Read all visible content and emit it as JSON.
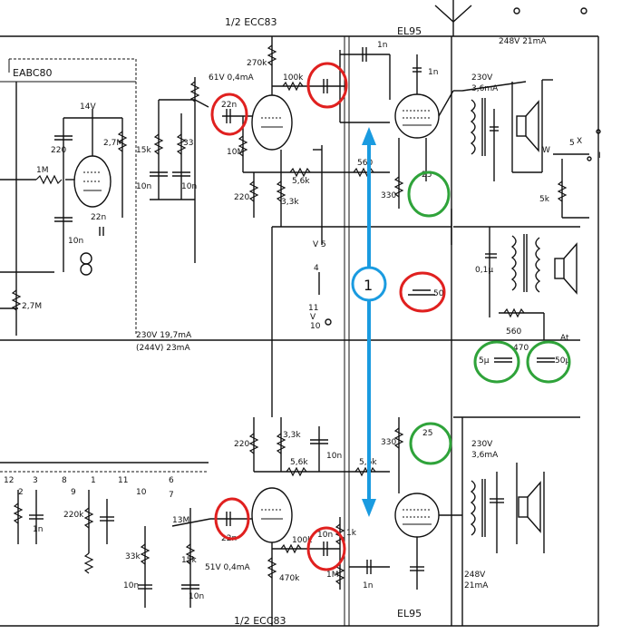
{
  "title_top": "1/2 ECC83",
  "title_bottom": "1/2 ECC83",
  "tube_top_power": "EL95",
  "tube_bottom_power": "EL95",
  "tube_left": "EABC80",
  "callout_number": "1",
  "colors": {
    "red": "#e0201f",
    "green": "#2fa33a",
    "blue": "#1a9be0",
    "ink": "#111111"
  },
  "supply_line": {
    "left": "230V  19,7mA",
    "left2": "(244V) 23mA"
  },
  "labels": {
    "v14": "14V",
    "c220": "220",
    "r1m": "1M",
    "r27m": "2,7M",
    "c22n_left": "22n",
    "c10n_left": "10n",
    "r27m_b": "2,7M",
    "r15k": "15k",
    "r33": "33",
    "c10n_a": "10n",
    "c10n_b": "10n",
    "top_61v": "61V 0,4mA",
    "r270k": "270k",
    "r100k_top": "100k",
    "c1n_top": "1n",
    "c22n_top": "22n",
    "r10m_top": "10M",
    "r220_top": "220",
    "r56k_top": "5,6k",
    "r33k_top": "3,3k",
    "r560_top": "560",
    "r330_top": "330",
    "c25": "25",
    "c1n_el": "1n",
    "top_248v": "248V  21mA",
    "top_230v": "230V",
    "top_36ma": "3,6mA",
    "r5k": "5k",
    "c01u": "0,1µ",
    "r560_mid": "560",
    "r470": "470",
    "c5u": "5µ",
    "c50u_a": "50µ",
    "c50_mid": "50",
    "out_at": "At",
    "sw_v5": "V 5",
    "sw_4": "4",
    "sw_11": "11",
    "sw_v": "V",
    "sw_10": "10",
    "r220_bot": "220",
    "r33k_bot": "3,3k",
    "c10n_bot": "10n",
    "r56k_bot": "5,6k",
    "r56k_bot2": "5,6k",
    "r330_bot": "330",
    "c25_bot": "25",
    "bot_230v": "230V",
    "bot_36ma": "3,6mA",
    "c22n_bot": "22n",
    "r100k_bot": "100k",
    "c10n_bot2": "10n",
    "r1k": "1k",
    "r1m_bot": "1M",
    "c1n_bot": "1n",
    "r470k": "470k",
    "bot_51v": "51V 0,4mA",
    "bot_248v": "248V",
    "bot_21ma": "21mA",
    "r13m": "13M",
    "r15k_bot": "15k",
    "r33k_bot_l": "33k",
    "c10n_bl": "10n",
    "c10n_bl2": "10n",
    "r220k": "220k",
    "c1n_bl": "1n",
    "sw_12": "12",
    "sw_3": "3",
    "sw_2": "2",
    "sw_8": "8",
    "sw_7": "7",
    "sw_6": "6",
    "sw_11b": "11",
    "sw_10b": "10",
    "sw_5b": "5",
    "sw_1": "1",
    "sw_9": "9",
    "sw_w": "W",
    "sw_x": "X",
    "sw_i": "I"
  }
}
